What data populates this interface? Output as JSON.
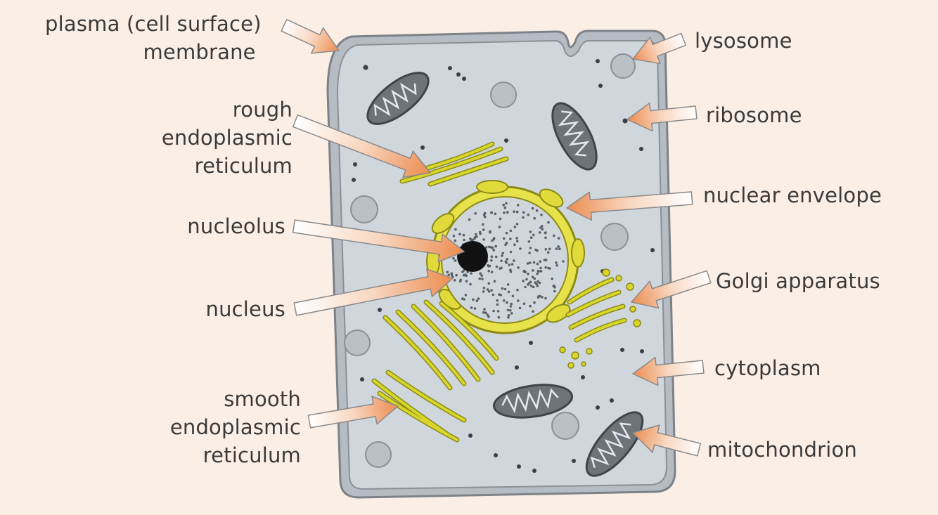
{
  "labels_left": {
    "plasma_membrane": [
      "plasma (cell surface)",
      "membrane"
    ],
    "rough_er": [
      "rough",
      "endoplasmic",
      "reticulum"
    ],
    "nucleolus": [
      "nucleolus"
    ],
    "nucleus": [
      "nucleus"
    ],
    "smooth_er": [
      "smooth",
      "endoplasmic",
      "reticulum"
    ]
  },
  "labels_right": {
    "lysosome": "lysosome",
    "ribosome": "ribosome",
    "nuclear_envelope": "nuclear envelope",
    "golgi": "Golgi apparatus",
    "cytoplasm": "cytoplasm",
    "mitochondrion": "mitochondrion"
  },
  "colors": {
    "background": "#fbeee4",
    "cell_fill": "#c9d1d9",
    "membrane": "#7c8288",
    "organelle_yellow": "#d8d62a",
    "organelle_edge": "#8c8a18",
    "arrow_orange": "#f0a070",
    "arrow_white": "#ffffff",
    "mitochondrion": "#6d7479",
    "nucleolus": "#111111"
  },
  "icons": {
    "arrow": "label-pointer-arrow"
  }
}
